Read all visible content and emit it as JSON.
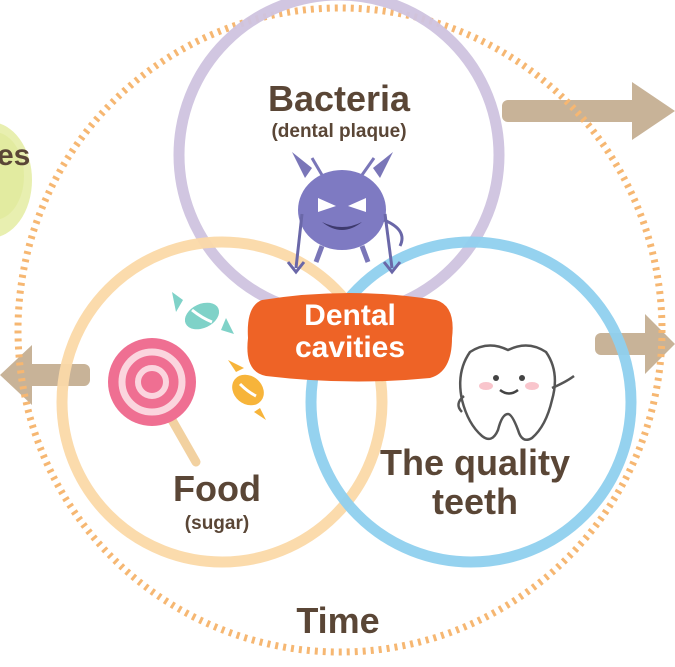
{
  "labels": {
    "bacteria": {
      "title": "Bacteria",
      "sub": "(dental plaque)"
    },
    "food": {
      "title": "Food",
      "sub": "(sugar)"
    },
    "teeth": {
      "line1": "The quality",
      "line2": "teeth"
    },
    "center": {
      "line1": "Dental",
      "line2": "cavities"
    },
    "time": "Time",
    "cutoff_left": "es"
  },
  "colors": {
    "bacteria_ring": "#cfc3df",
    "food_ring": "#fbd9a8",
    "teeth_ring": "#8fd0ee",
    "time_ring": "#f6b772",
    "badge": "#ee6326",
    "arrow": "#c8b398",
    "text": "#5a4636"
  },
  "icons": [
    "bacteria-germ-icon",
    "candy-icon",
    "lollipop-icon",
    "tooth-icon",
    "green-blob"
  ]
}
